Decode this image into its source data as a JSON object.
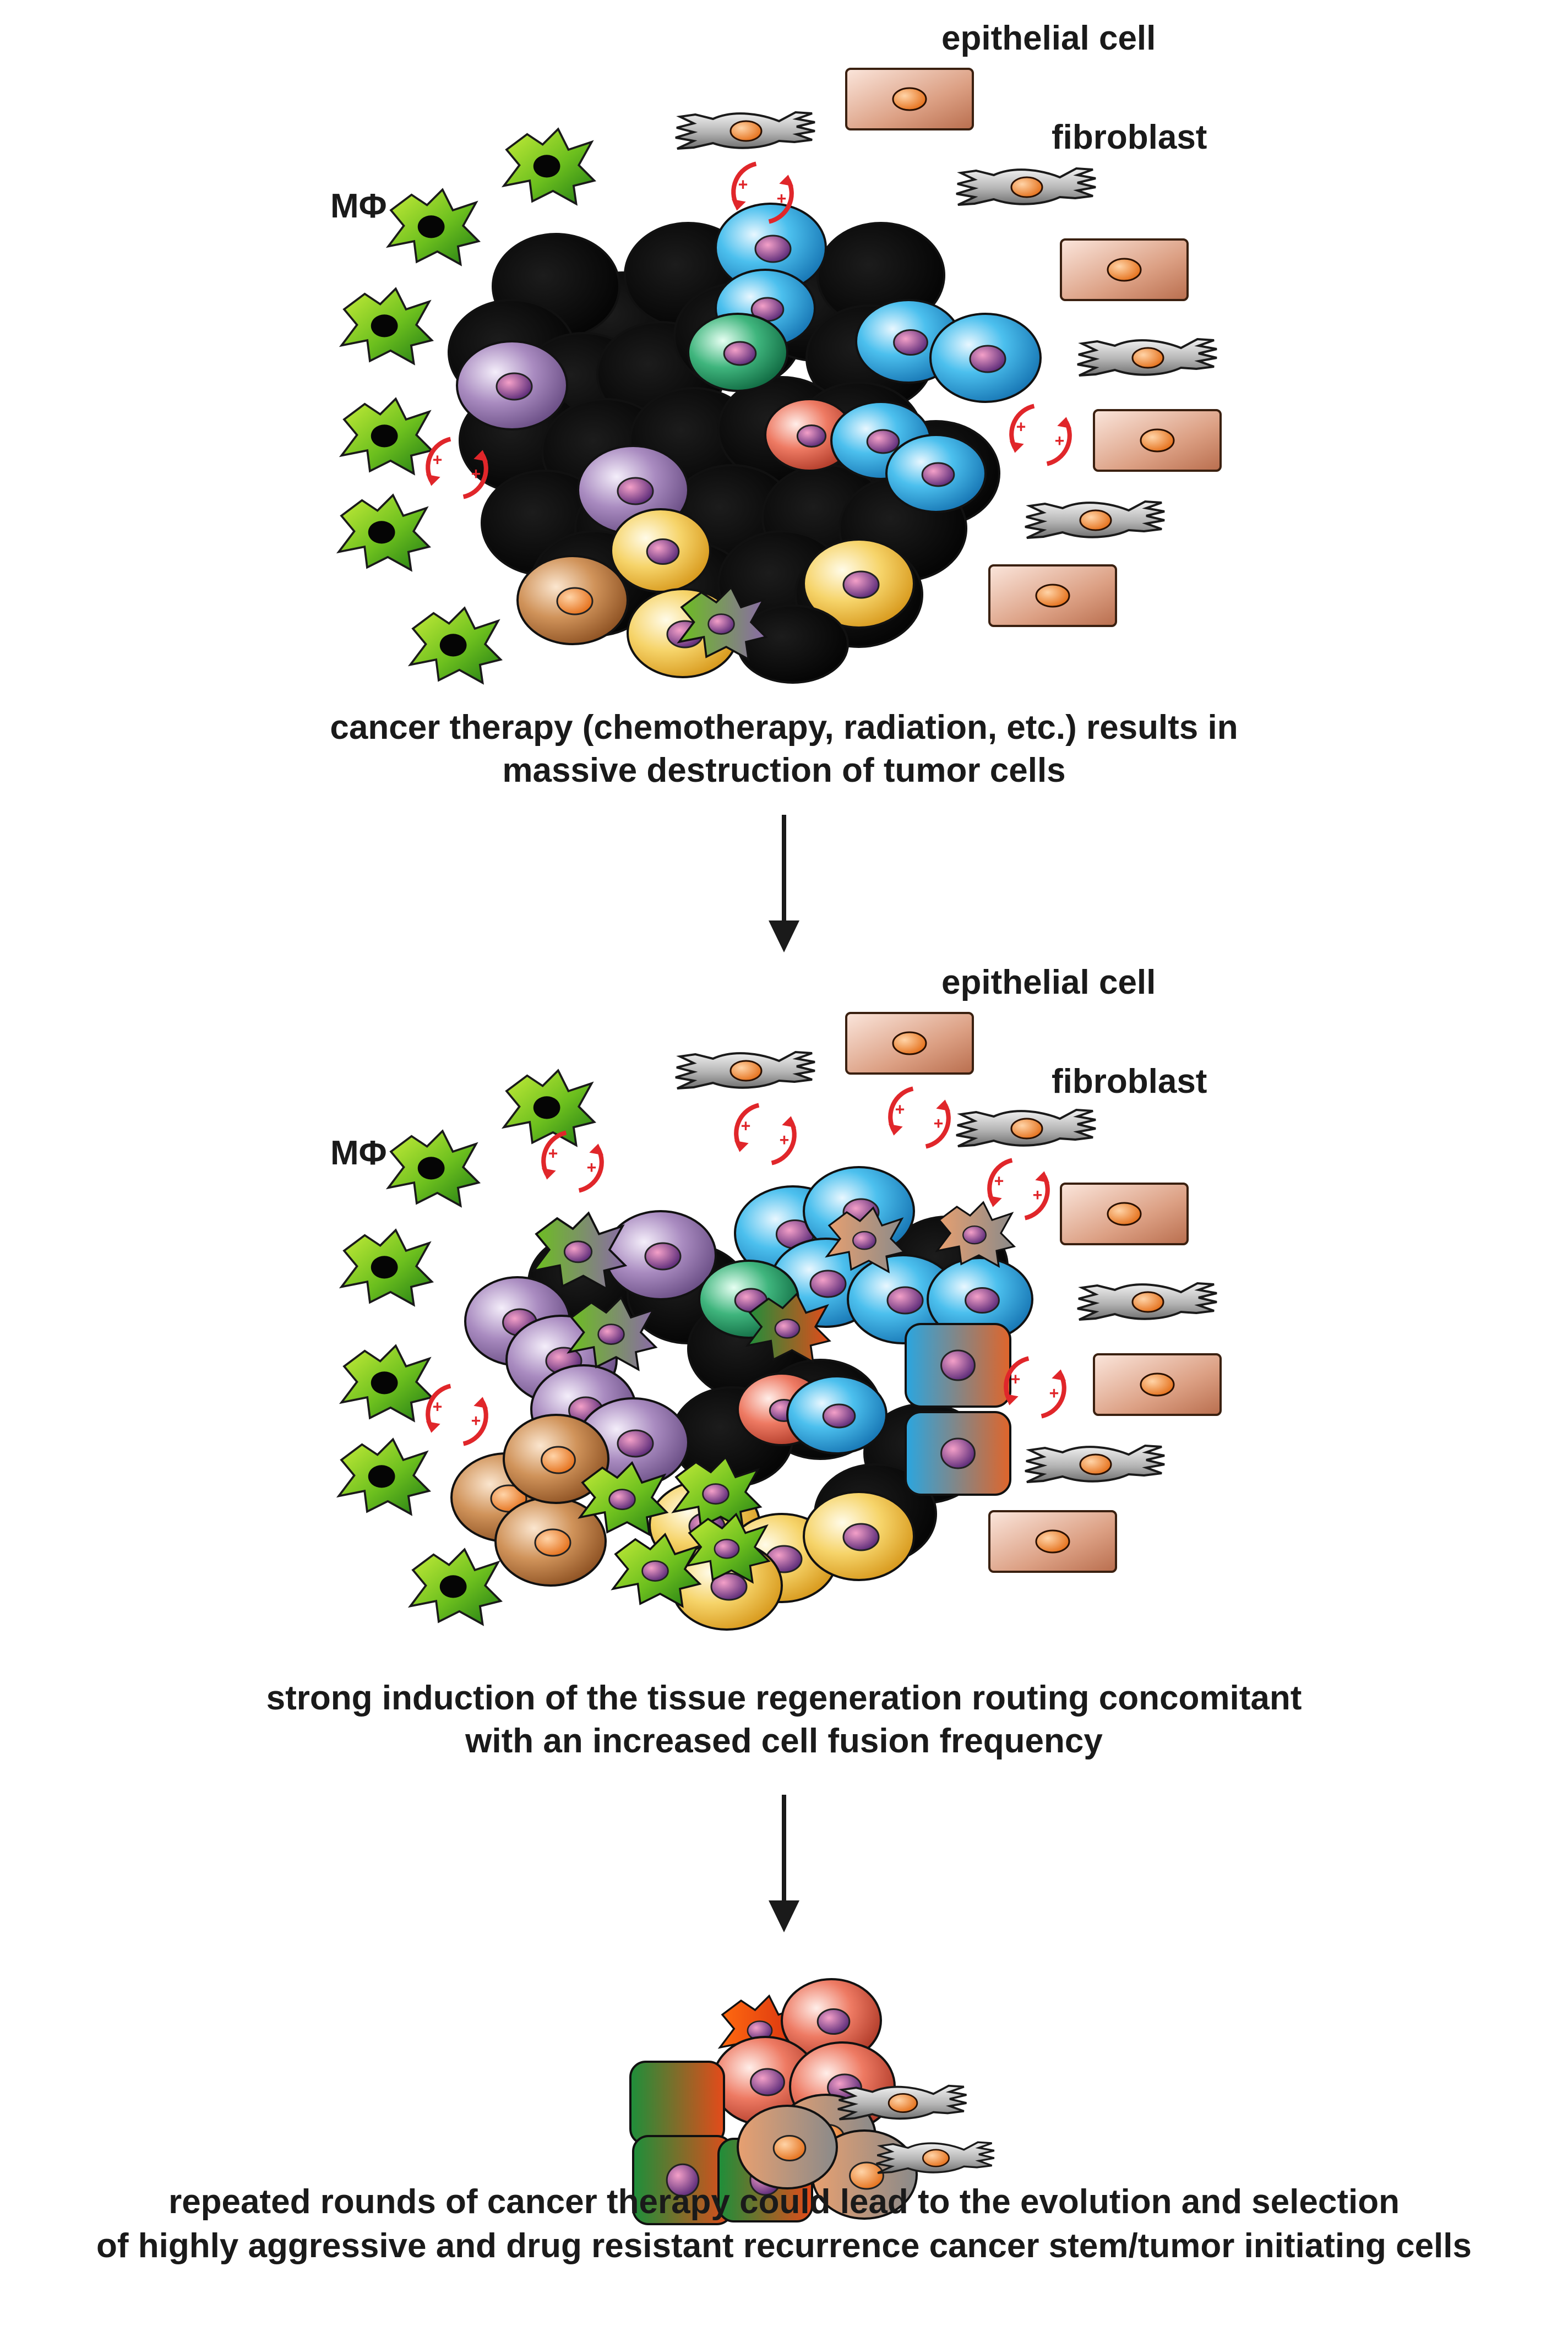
{
  "labels": {
    "panel1": {
      "epithelial": "epithelial cell",
      "fibroblast": "fibroblast",
      "macrophage": "MΦ"
    },
    "panel2": {
      "epithelial": "epithelial cell",
      "fibroblast": "fibroblast",
      "macrophage": "MΦ"
    }
  },
  "captions": {
    "step1": {
      "line1": "cancer therapy (chemotherapy, radiation, etc.) results in",
      "line2": "massive destruction of tumor cells"
    },
    "step2": {
      "line1": "strong induction of the tissue regeneration routing concomitant",
      "line2": "with an increased cell fusion frequency"
    },
    "step3": {
      "line1": "repeated rounds of cancer therapy could lead to the evolution and selection",
      "line2": "of highly aggressive and drug resistant recurrence cancer stem/tumor initiating cells"
    }
  },
  "icons": {
    "signal": "red-circular-plus-arrows-icon",
    "flow": "down-arrow-icon"
  },
  "colors": {
    "dead_cell": "#050505",
    "macrophage": "#6cbf1e",
    "epithelial": "#d99a7a",
    "fibroblast": "#b8b8b8",
    "stem_blue": "#2aa6e0",
    "purple": "#9a7bb0",
    "yellow": "#f1c95a",
    "orange_brown": "#c8844a",
    "green_teal": "#2e9c6a",
    "salmon": "#e06a55",
    "nucleus": "#f08a2a",
    "signal_red": "#e0262a",
    "fusion_green": "#1d8f3a",
    "fusion_red": "#e53a1a"
  }
}
